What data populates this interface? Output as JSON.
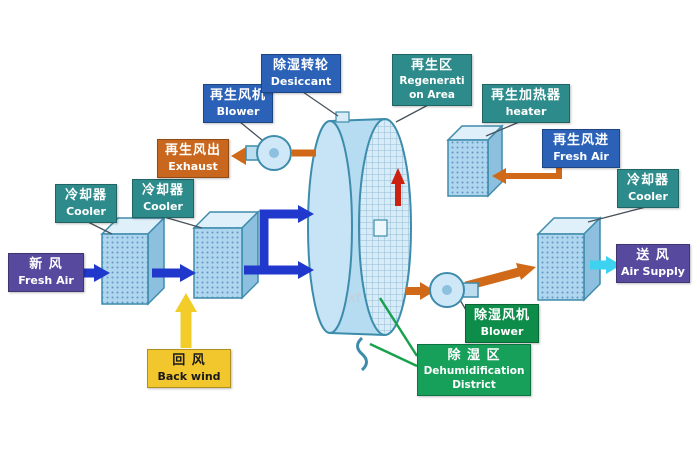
{
  "watermark": "xt",
  "colors": {
    "blue_arrow": "#2038cc",
    "yellow_arrow": "#f2cd2a",
    "orange_arrow": "#d06a18",
    "red_arrow": "#cc2010",
    "cyan_arrow": "#3cd2f0",
    "green_line": "#1aa14e",
    "connector_line": "#47525c",
    "component_stroke": "#3d8cac"
  },
  "labels": {
    "fresh_air_in": {
      "zh": "新  风",
      "en": "Fresh Air",
      "bg": "#574a9e",
      "fg": "#ffffff"
    },
    "cooler_left_1": {
      "zh": "冷却器",
      "en": "Cooler",
      "bg": "#2e8b8b",
      "fg": "#ffffff"
    },
    "cooler_left_2": {
      "zh": "冷却器",
      "en": "Cooler",
      "bg": "#2e8b8b",
      "fg": "#ffffff"
    },
    "back_wind": {
      "zh": "回  风",
      "en": "Back wind",
      "bg": "#f2c72e",
      "fg": "#1a1a1a"
    },
    "regen_blower": {
      "zh": "再生风机",
      "en": "Blower",
      "bg": "#2b62b8",
      "fg": "#ffffff"
    },
    "regen_exhaust": {
      "zh": "再生风出",
      "en": "Exhaust",
      "bg": "#c8671d",
      "fg": "#ffffff"
    },
    "desiccant_wheel": {
      "zh": "除湿转轮",
      "en": "Desiccant",
      "bg": "#2b62b8",
      "fg": "#ffffff"
    },
    "regen_area": {
      "zh": "再生区",
      "en1": "Regenerati",
      "en2": "on Area",
      "bg": "#2e8b8b",
      "fg": "#ffffff"
    },
    "regen_heater": {
      "zh": "再生加热器",
      "en": "heater",
      "bg": "#2e8b8b",
      "fg": "#ffffff"
    },
    "regen_air_in": {
      "zh": "再生风进",
      "en": "Fresh Air",
      "bg": "#2b62b8",
      "fg": "#ffffff"
    },
    "cooler_right": {
      "zh": "冷却器",
      "en": "Cooler",
      "bg": "#2e8b8b",
      "fg": "#ffffff"
    },
    "air_supply": {
      "zh": "送  风",
      "en": "Air Supply",
      "bg": "#574a9e",
      "fg": "#ffffff"
    },
    "dehumid_blower": {
      "zh": "除湿风机",
      "en": "Blower",
      "bg": "#0e8c4a",
      "fg": "#ffffff"
    },
    "dehumid_district": {
      "zh": "除 湿 区",
      "en1": "Dehumidification",
      "en2": "District",
      "bg": "#16a05a",
      "fg": "#ffffff"
    }
  }
}
